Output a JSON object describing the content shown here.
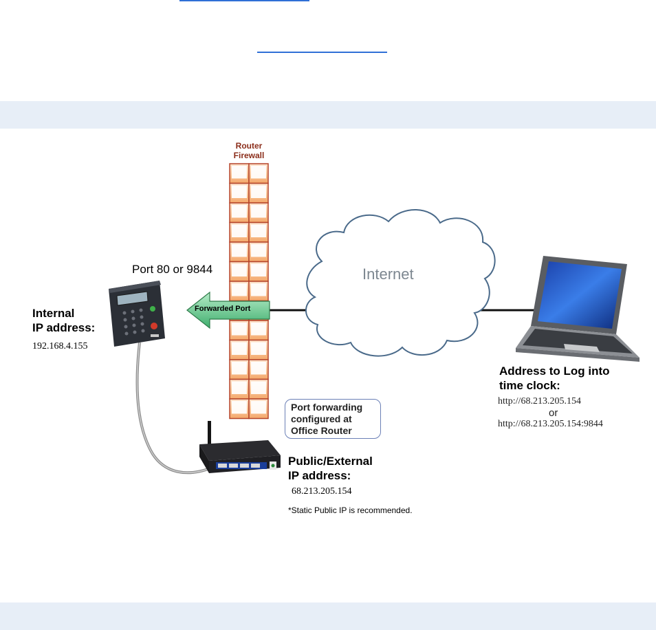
{
  "diagram": {
    "firewall_title_line1": "Router",
    "firewall_title_line2": "Firewall",
    "port_label": "Port 80 or 9844",
    "forwarded_port_label": "Forwarded Port",
    "internet_label": "Internet",
    "internal": {
      "title_line1": "Internal",
      "title_line2": "IP address:",
      "ip": "192.168.4.155"
    },
    "port_forward_note": {
      "line1": "Port forwarding",
      "line2": "configured at",
      "line3": "Office Router"
    },
    "public": {
      "title_line1": "Public/External",
      "title_line2": "IP address:",
      "ip": "68.213.205.154",
      "note": "*Static Public IP is recommended."
    },
    "login": {
      "title_line1": "Address to Log into",
      "title_line2": "time clock:",
      "url1": "http://68.213.205.154",
      "or": "or",
      "url2": "http://68.213.205.154:9844"
    }
  },
  "colors": {
    "band": "#e7eef7",
    "link_underline": "#2f6fd6",
    "firewall_border": "#b5452b",
    "firewall_fill": "#f7b27a",
    "arrow_fill": "#5ec98a",
    "cloud_stroke": "#4a6a8a"
  }
}
